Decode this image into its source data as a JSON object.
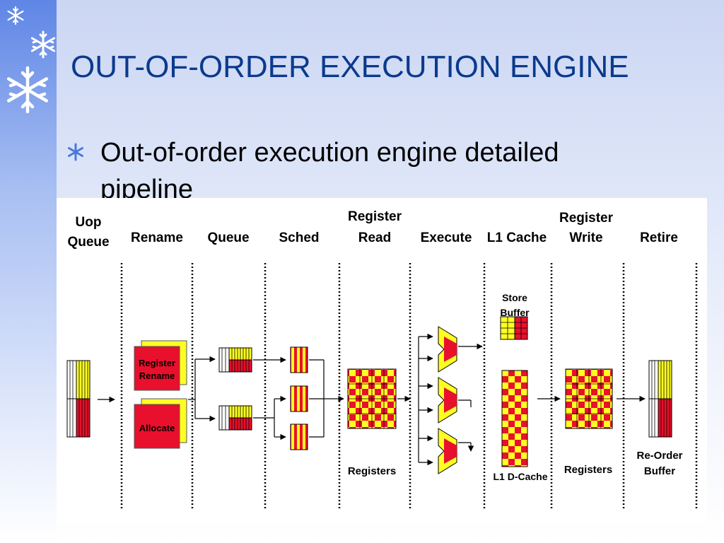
{
  "slide": {
    "title": "OUT-OF-ORDER EXECUTION ENGINE",
    "bullet_text": "Out-of-order execution engine detailed pipeline"
  },
  "colors": {
    "title": "#0b3a8e",
    "red": "#e8102c",
    "yellow": "#ffff22",
    "side_strip": "#5f86e6"
  },
  "icons": {
    "bullet": "asterisk-flake-icon",
    "decoration": "snowflake-icon"
  },
  "pipeline": {
    "stages": [
      {
        "line1": "Uop",
        "line2": "Queue"
      },
      {
        "line1": "Rename",
        "line2": ""
      },
      {
        "line1": "Queue",
        "line2": ""
      },
      {
        "line1": "Sched",
        "line2": ""
      },
      {
        "line1": "Register",
        "line2": "Read"
      },
      {
        "line1": "Execute",
        "line2": ""
      },
      {
        "line1": "L1 Cache",
        "line2": ""
      },
      {
        "line1": "Register",
        "line2": "Write"
      },
      {
        "line1": "Retire",
        "line2": ""
      }
    ],
    "labels": {
      "register_rename_1": "Register",
      "register_rename_2": "Rename",
      "allocate": "Allocate",
      "registers_read": "Registers",
      "store_buffer_1": "Store",
      "store_buffer_2": "Buffer",
      "l1_dcache": "L1 D-Cache",
      "registers_write": "Registers",
      "rob_1": "Re-Order",
      "rob_2": "Buffer"
    }
  }
}
